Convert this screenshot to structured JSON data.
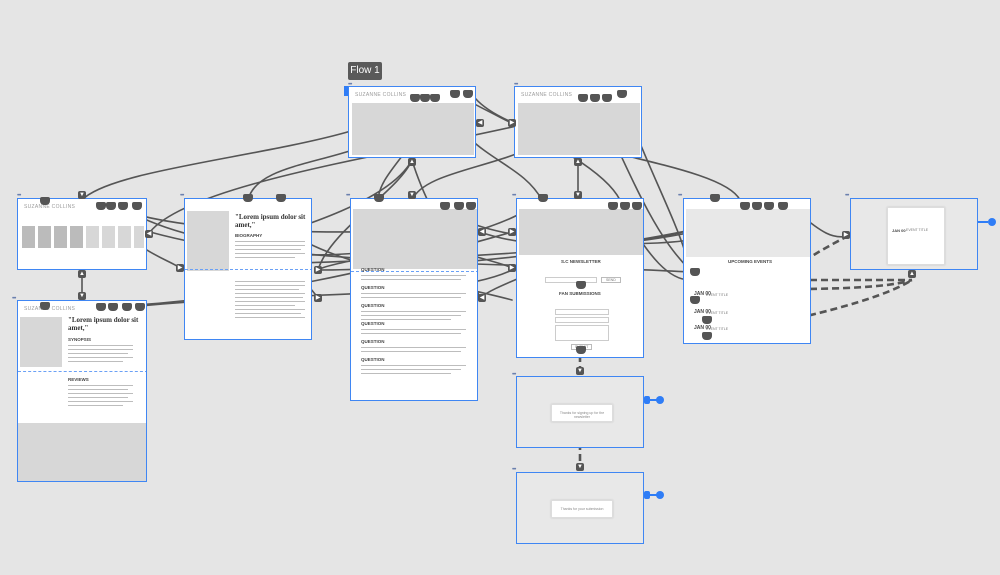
{
  "flow": {
    "name": "Flow 1"
  },
  "colors": {
    "canvas": "#e5e5e5",
    "selection": "#3f86f3",
    "connector": "#555555",
    "endpoint": "#2f7df6"
  },
  "artboards": {
    "home_a": {
      "brand": "SUZANNE COLLINS"
    },
    "home_b": {
      "brand": "SUZANNE COLLINS"
    },
    "books": {
      "brand": "SUZANNE COLLINS"
    },
    "book_detail": {
      "brand": "SUZANNE COLLINS",
      "quote": "\"Lorem ipsum dolor sit amet,\"",
      "section1": "SYNOPSIS",
      "section2": "REVIEWS"
    },
    "about": {
      "quote": "\"Lorem ipsum dolor sit amet,\"",
      "section": "BIOGRAPHY"
    },
    "faq": {
      "items": [
        "QUESTION",
        "QUESTION",
        "QUESTION",
        "QUESTION",
        "QUESTION",
        "QUESTION"
      ]
    },
    "newsletter": {
      "title": "S.C NEWSLETTER",
      "section": "FAN SUBMISSIONS",
      "button": "SEND",
      "submit": "SUBMIT"
    },
    "events": {
      "title": "UPCOMING EVENTS",
      "dates": [
        "JAN 00",
        "JAN 00",
        "JAN 00"
      ],
      "event_title": "EVENT TITLE"
    },
    "event_modal": {
      "date": "JAN 00",
      "title": "EVENT TITLE"
    },
    "confirm1": {
      "message": "Thanks for signing up for the newsletter"
    },
    "confirm2": {
      "message": "Thanks for your submission"
    }
  }
}
